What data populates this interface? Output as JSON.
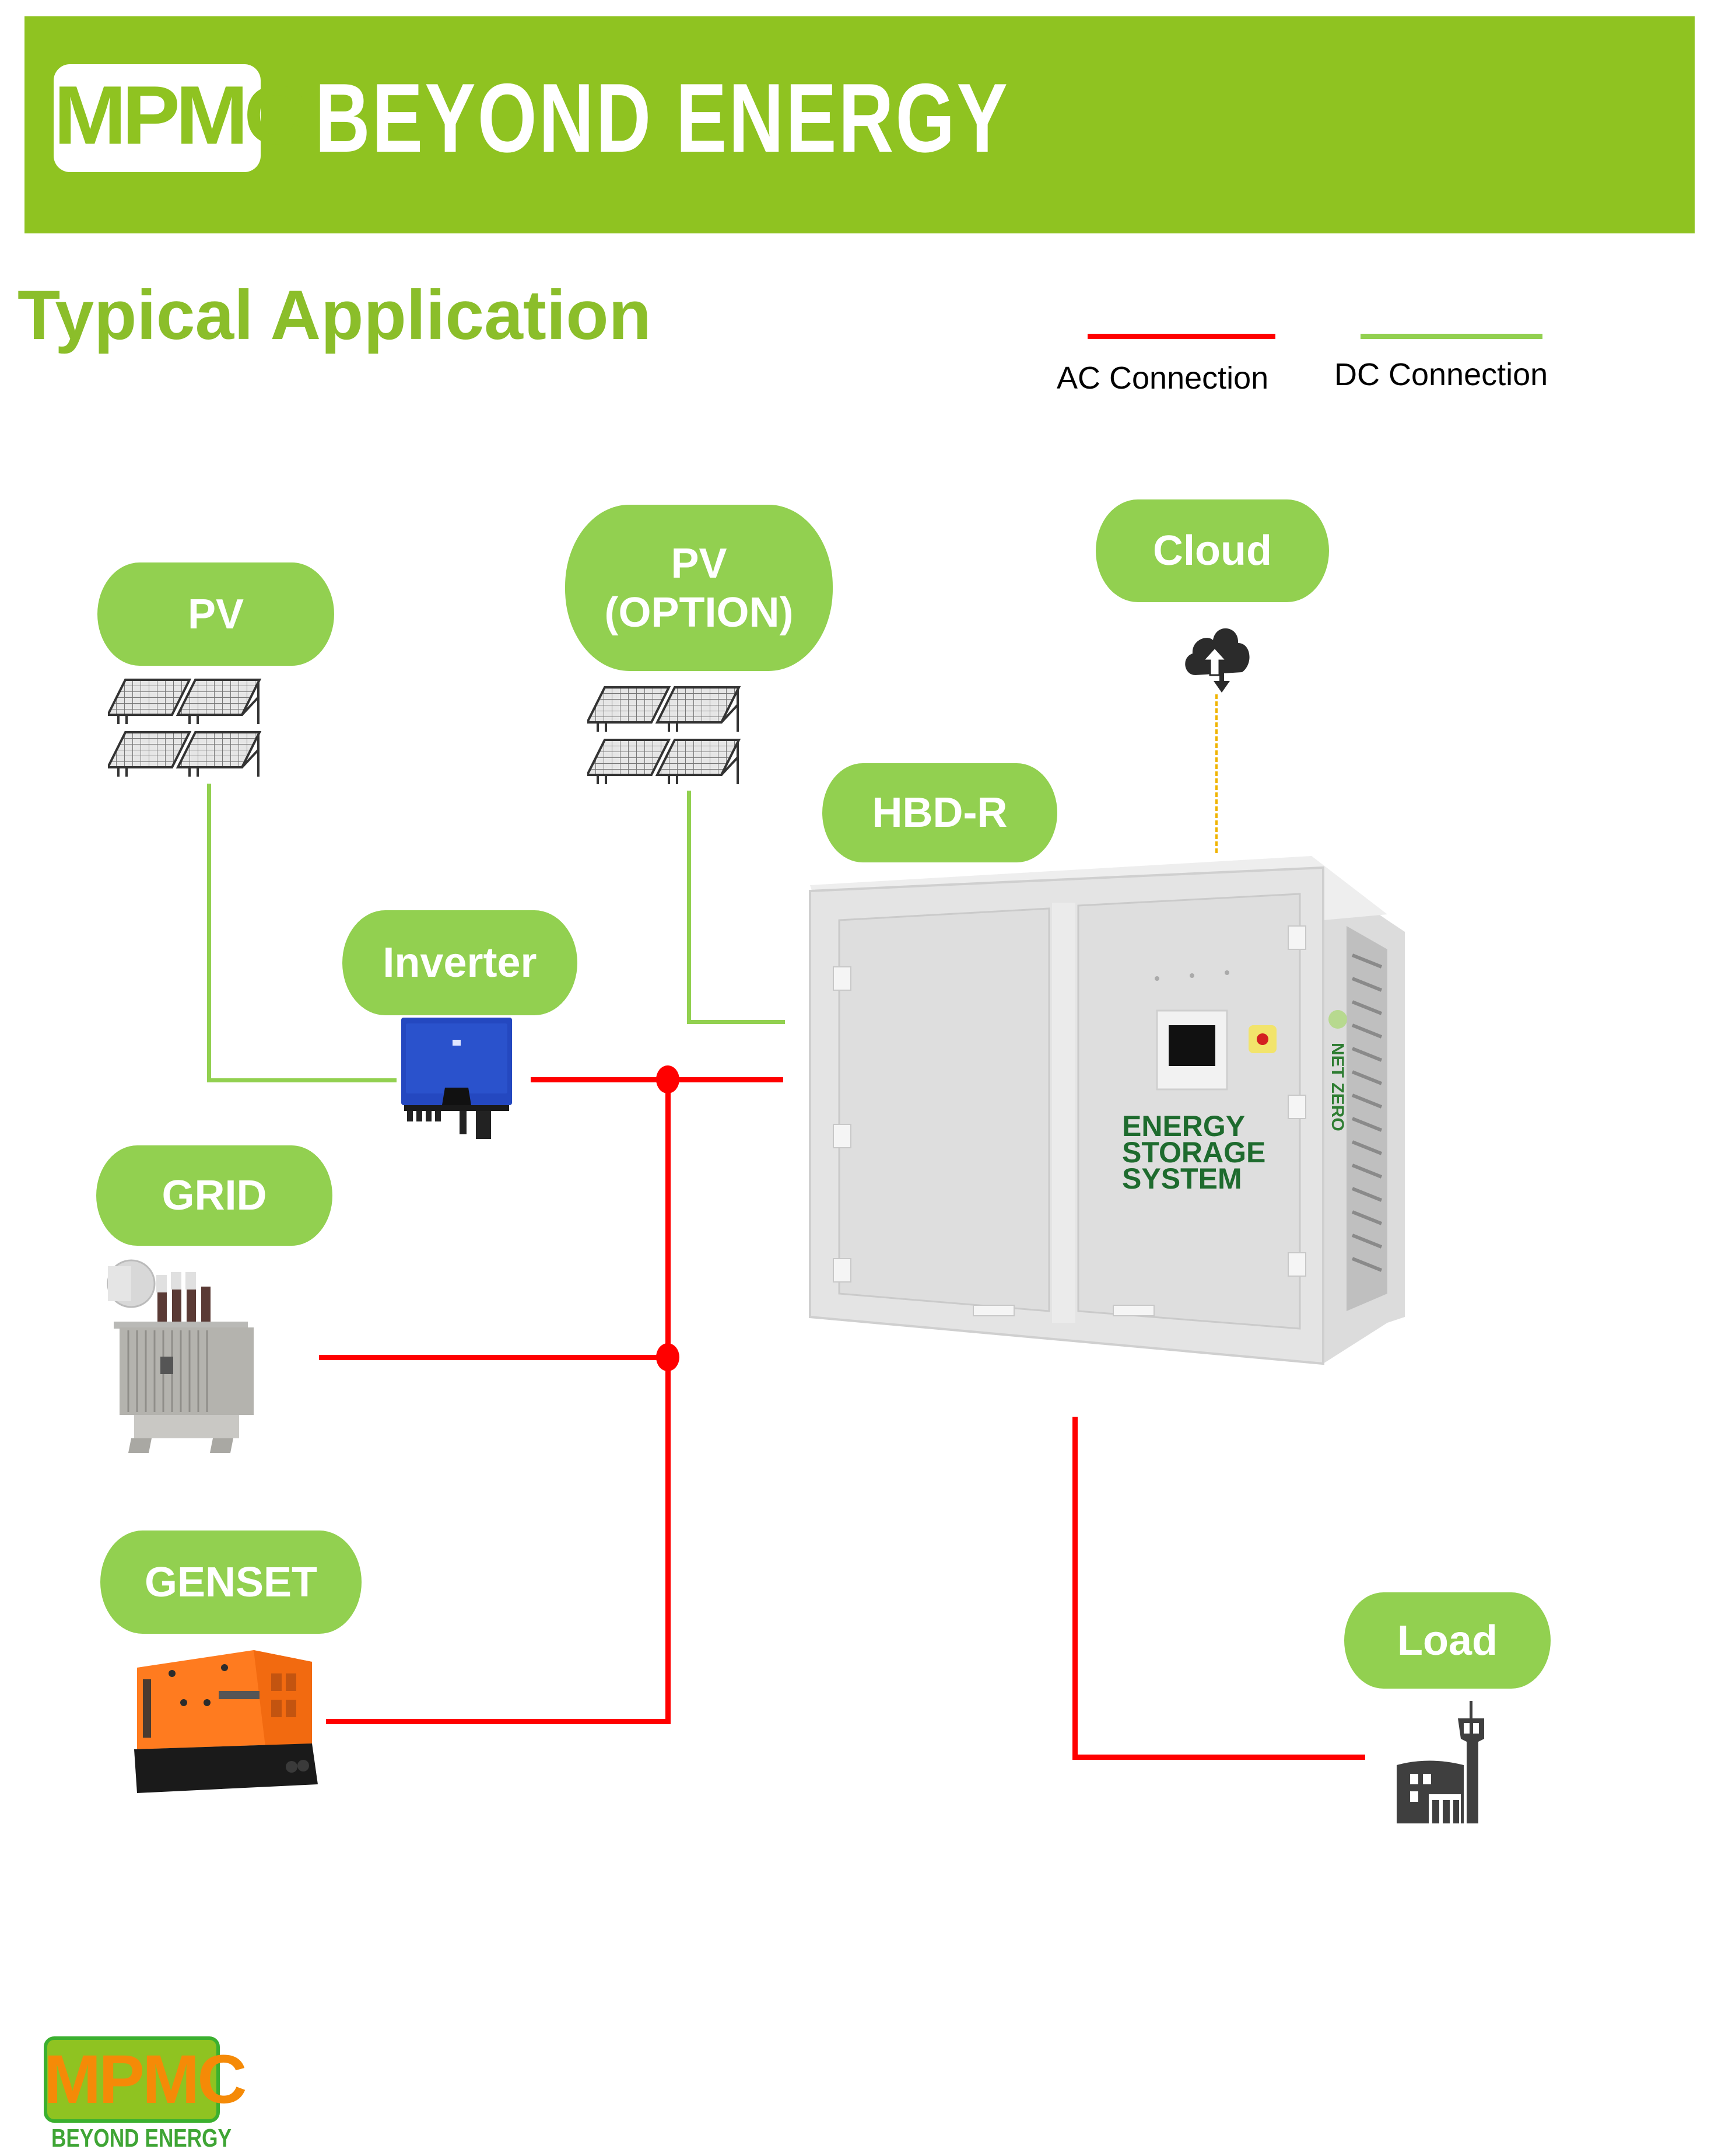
{
  "header": {
    "logo_text": "MPMC",
    "tagline": "BEYOND ENERGY",
    "background_color": "#8fc321"
  },
  "title": "Typical Application",
  "legend": {
    "items": [
      {
        "label": "AC Connection",
        "color": "#ff0000"
      },
      {
        "label": "DC Connection",
        "color": "#92d050"
      }
    ]
  },
  "nodes": {
    "pv": {
      "label": "PV",
      "icon": "solar-panel-icon"
    },
    "pv_option": {
      "label_line1": "PV",
      "label_line2": "(OPTION)",
      "icon": "solar-panel-icon"
    },
    "cloud": {
      "label": "Cloud",
      "icon": "cloud-sync-icon"
    },
    "hbd_r": {
      "label": "HBD-R"
    },
    "inverter": {
      "label": "Inverter",
      "icon": "inverter-icon"
    },
    "grid": {
      "label": "GRID",
      "icon": "transformer-icon"
    },
    "genset": {
      "label": "GENSET",
      "icon": "generator-icon"
    },
    "load": {
      "label": "Load",
      "icon": "building-icon"
    }
  },
  "ess": {
    "label_line1": "ENERGY",
    "label_line2": "STORAGE",
    "label_line3": "SYSTEM",
    "brand": "NET ZERO",
    "label_color": "#1e6b2e"
  },
  "connections": [
    {
      "from": "PV",
      "to": "Inverter",
      "type": "DC"
    },
    {
      "from": "PV (OPTION)",
      "to": "HBD-R",
      "type": "DC"
    },
    {
      "from": "Inverter",
      "to": "HBD-R",
      "type": "AC"
    },
    {
      "from": "GRID",
      "to": "HBD-R",
      "type": "AC"
    },
    {
      "from": "GENSET",
      "to": "HBD-R",
      "type": "AC"
    },
    {
      "from": "HBD-R",
      "to": "Load",
      "type": "AC"
    },
    {
      "from": "HBD-R",
      "to": "Cloud",
      "type": "communication"
    }
  ],
  "footer": {
    "logo_text": "MPMC",
    "tagline": "BEYOND ENERGY"
  }
}
